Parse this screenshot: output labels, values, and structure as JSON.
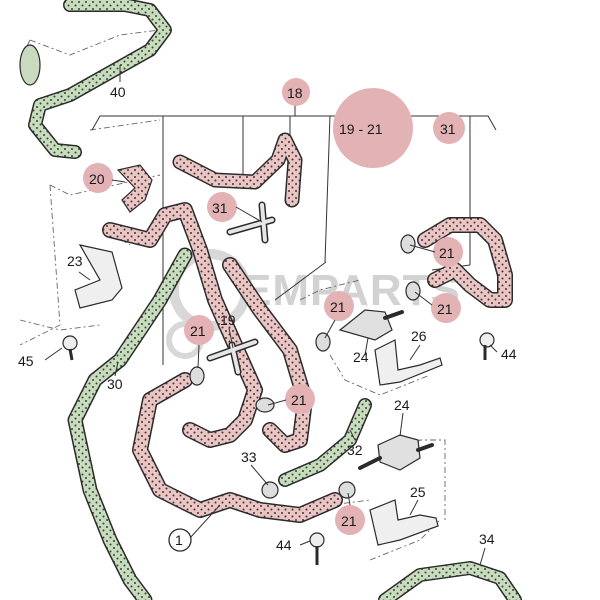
{
  "watermark": {
    "text": "EMPARTS",
    "color": "#cfcfcf"
  },
  "colors": {
    "hose_red": "#c07577",
    "hose_red_light": "#e7c7c6",
    "hose_green": "#8da783",
    "hose_green_light": "#c9dbbf",
    "highlight": "#e3b2b4",
    "outline": "#2b2b2b"
  },
  "callouts": {
    "c1": "1",
    "c18": "18",
    "c19_21": "19 - 21",
    "c31_top": "31",
    "c20": "20",
    "c31_mid": "31",
    "c21_a": "21",
    "c21_b": "21",
    "c21_c": "21",
    "c21_d": "21",
    "c21_e": "21",
    "c21_f": "21",
    "c19": "19",
    "c23": "23",
    "c26": "26",
    "c24_a": "24",
    "c24_b": "24",
    "c25": "25",
    "c44_a": "44",
    "c44_b": "44",
    "c45": "45",
    "c30": "30",
    "c32": "32",
    "c33": "33",
    "c34": "34",
    "c40": "40"
  }
}
